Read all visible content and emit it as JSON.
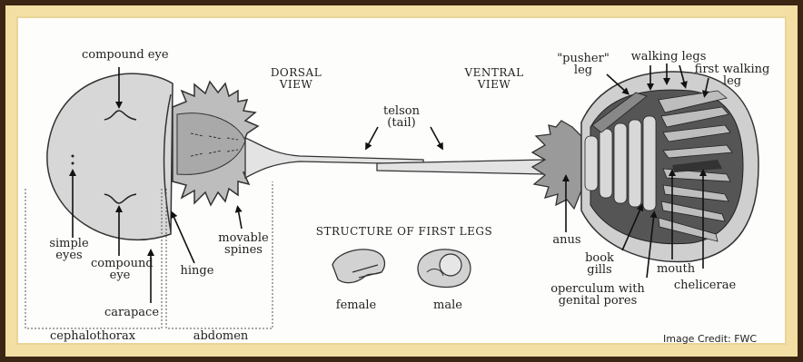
{
  "labels": {
    "compound_eye_top": "compound eye",
    "dorsal_view": "DORSAL\nVIEW",
    "ventral_view": "VENTRAL\nVIEW",
    "telson": "telson\n(tail)",
    "pusher_leg": "\"pusher\"\nleg",
    "walking_legs": "walking legs",
    "first_walking_leg": "first walking\nleg",
    "simple_eyes": "simple\neyes",
    "compound_eye_bottom": "compound\neye",
    "hinge": "hinge",
    "movable_spines": "movable\nspines",
    "carapace": "carapace",
    "cephalothorax": "cephalothorax",
    "abdomen": "abdomen",
    "structure_title": "STRUCTURE OF FIRST LEGS",
    "female": "female",
    "male": "male",
    "anus": "anus",
    "book_gills": "book\ngills",
    "mouth": "mouth",
    "chelicerae": "chelicerae",
    "operculum": "operculum with\ngenital pores"
  },
  "credit": "Image Credit: FWC",
  "colors": {
    "frame": "#f3dfa3",
    "border": "#3b2613",
    "shell_light": "#d6d6d6",
    "shell_mid": "#9a9a9a",
    "shell_dark": "#4a4a4a"
  }
}
